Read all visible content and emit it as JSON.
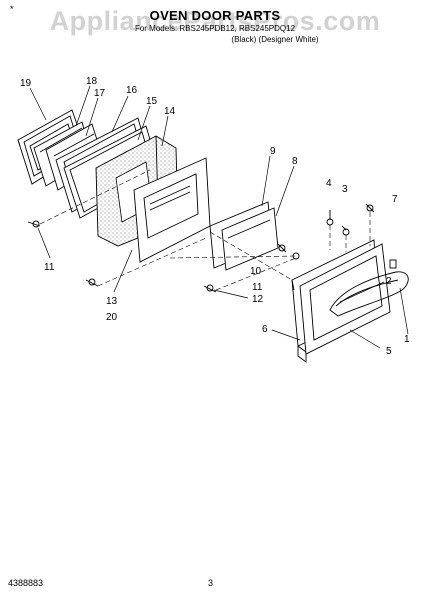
{
  "watermark": "AppliancePartsPros.com",
  "header": {
    "title": "OVEN DOOR PARTS",
    "subtitle_line1": "For Models: RBS245PDB12, RBS245PDQ12",
    "subtitle_line2": "(Black)   (Designer White)"
  },
  "page_mark": "*",
  "callouts": {
    "c1": "1",
    "c2": "2",
    "c3": "3",
    "c4": "4",
    "c5": "5",
    "c6": "6",
    "c7": "7",
    "c8": "8",
    "c9": "9",
    "c10": "10",
    "c11a": "11",
    "c11b": "11",
    "c12": "12",
    "c13": "13",
    "c14": "14",
    "c15": "15",
    "c16": "16",
    "c17": "17",
    "c18": "18",
    "c19": "19",
    "c20": "20"
  },
  "footer": {
    "doc_number": "4388883",
    "page_number": "3"
  }
}
